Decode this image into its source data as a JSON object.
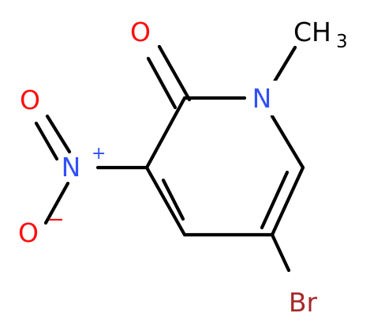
{
  "colors": {
    "bond": "#000000",
    "oxygen": "#ff0d0d",
    "nitrogen": "#3050f8",
    "bromine": "#a62929",
    "carbon": "#000000"
  },
  "atoms": {
    "carbonyl_o": {
      "symbol": "O"
    },
    "ring_n": {
      "symbol": "N"
    },
    "methyl": {
      "symbol": "CH",
      "subscript": "3"
    },
    "nitro_n": {
      "symbol": "N",
      "charge": "+"
    },
    "nitro_o_top": {
      "symbol": "O"
    },
    "nitro_o_bottom": {
      "symbol": "O",
      "charge": "−"
    },
    "bromine": {
      "symbol": "Br"
    }
  }
}
